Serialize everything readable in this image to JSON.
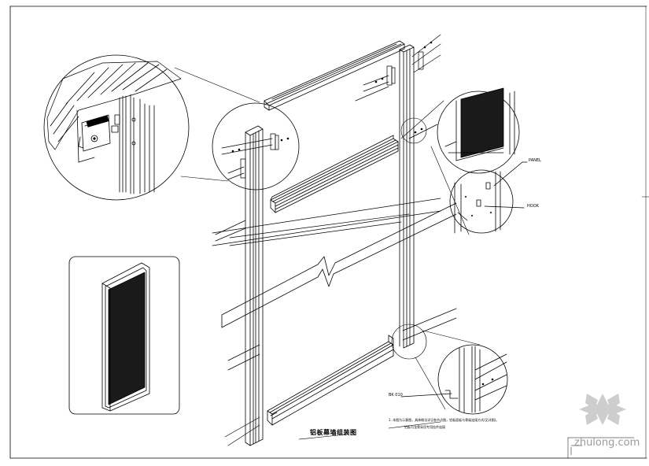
{
  "labels": {
    "callout_top_1": "PANEL",
    "callout_top_2": "HOOK",
    "callout_bottom": "BK 010",
    "note_line_1": "1. 本图为示意图，具体做法详见各节点图，铝板面板与骨架连接方式(见详图)。",
    "note_line_2": "铝板与龙骨采用专用挂件连接",
    "drawing_title": "铝板幕墙组装图"
  },
  "watermark": {
    "text": "zhulong.com"
  }
}
